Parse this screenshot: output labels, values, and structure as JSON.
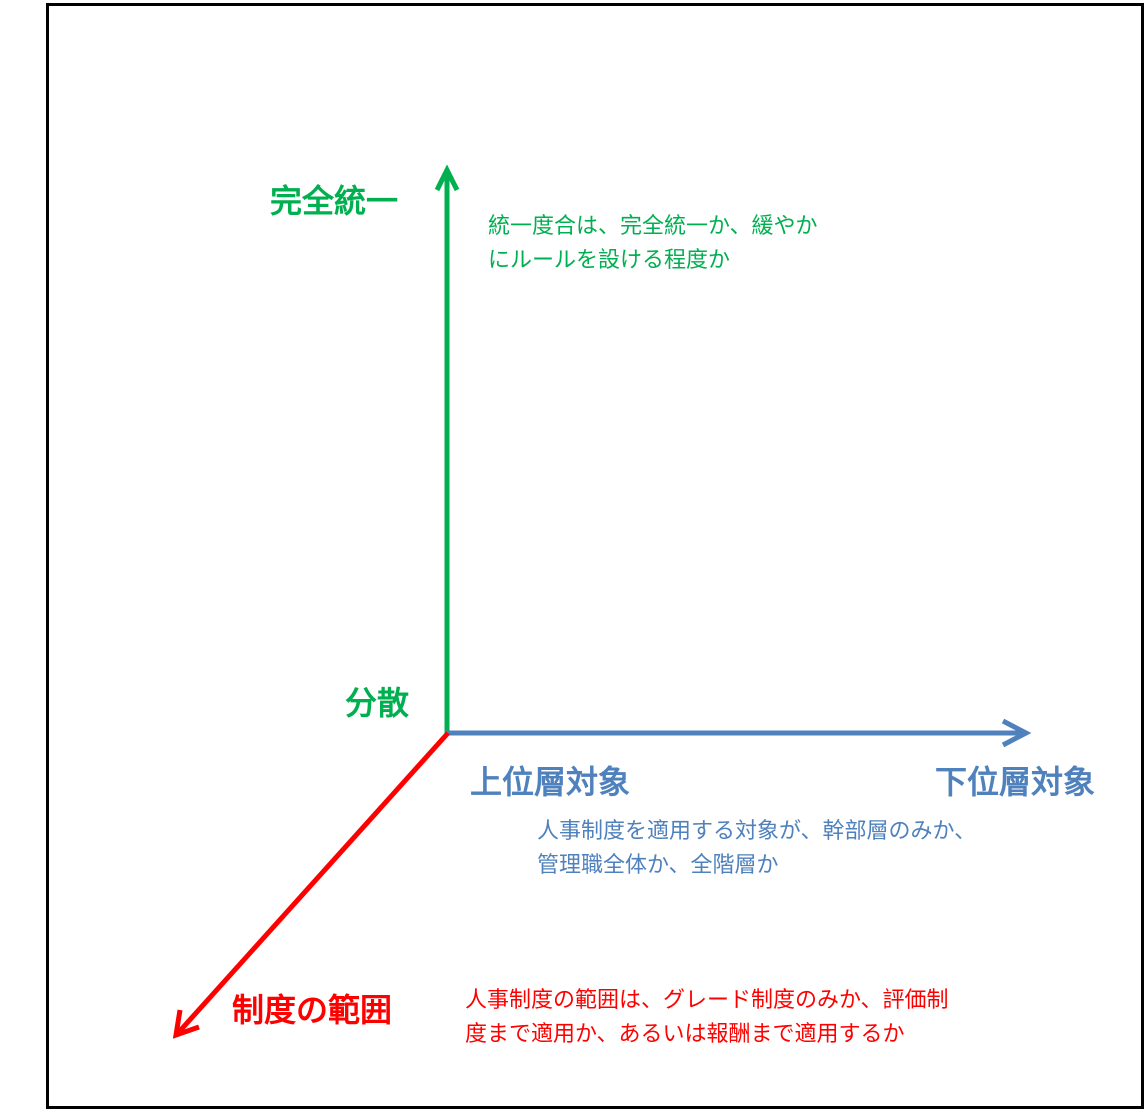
{
  "colors": {
    "green": "#00b050",
    "blue": "#4f81bd",
    "red": "#ff0000"
  },
  "vertical_axis": {
    "top_label": "完全統一",
    "bottom_label": "分散",
    "note_line1": "統一度合は、完全統一か、緩やか",
    "note_line2": "にルールを設ける程度か"
  },
  "horizontal_axis": {
    "left_label": "上位層対象",
    "right_label": "下位層対象",
    "note_line1": "人事制度を適用する対象が、幹部層のみか、",
    "note_line2": "管理職全体か、全階層か"
  },
  "depth_axis": {
    "label": "制度の範囲",
    "note_line1": "人事制度の範囲は、グレード制度のみか、評価制",
    "note_line2": "度まで適用か、あるいは報酬まで適用するか"
  }
}
